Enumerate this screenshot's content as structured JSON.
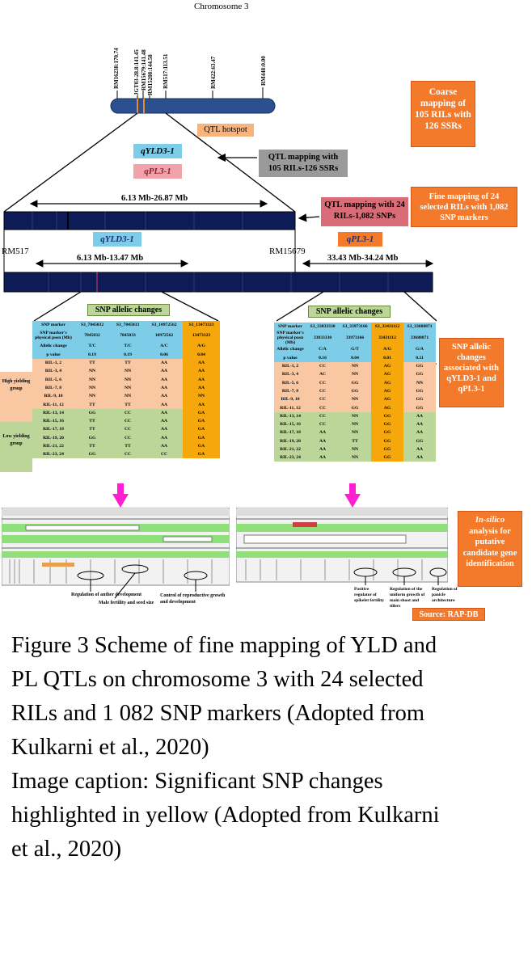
{
  "title": "Chromosome 3",
  "markers_top": [
    "RM16238:170.74",
    "JGT03-28.8:141.45",
    "RM15679:141.48",
    "RM15208:144.58",
    "RM517:113.51",
    "RM422:63.47",
    "RM448:0.00"
  ],
  "callouts": {
    "coarse": "Coarse mapping of 105 RILs with 126 SSRs",
    "hotspot": "QTL hotspot",
    "qtl_mapping": "QTL mapping with 105 RILs-126 SSRs",
    "qtl_mapping_24": "QTL mapping with 24 RILs-1,082 SNPs",
    "fine": "Fine mapping of 24 selected RILs with 1,082 SNP markers",
    "snp_changes": "SNP allelic changes associated with qYLD3-1 and qPL3-1",
    "insilico_em": "In-silico",
    "insilico_rest": "analysis for putative candidate gene identification",
    "source": "Source: RAP-DB"
  },
  "qtl_labels": {
    "yld1": "qYLD3-1",
    "pl1": "qPL3-1",
    "yld2": "qYLD3-1",
    "pl2": "qPL3-1"
  },
  "ranges": {
    "r1": "6.13 Mb-26.87 Mb",
    "r2": "6.13 Mb-13.47 Mb",
    "r3": "33.43 Mb-34.24 Mb"
  },
  "markers_mid": {
    "left": "RM517",
    "right": "RM15679"
  },
  "snp_banner": "SNP allelic changes",
  "left_table": {
    "header": [
      "SNP marker",
      "S3_7845032",
      "S3_7845033",
      "S3_10972562",
      "S3_13473323"
    ],
    "pos_row": [
      "SNP marker's physical posn (Mb)",
      "7845032",
      "7845033",
      "10972562",
      "13473323"
    ],
    "allele_row": [
      "Allelic change",
      "T/C",
      "T/C",
      "A/C",
      "A/G"
    ],
    "p_row": [
      "p value",
      "0.19",
      "0.19",
      "0.06",
      "0.04"
    ],
    "groups": {
      "high": "High yielding group",
      "low": "Low yielding group"
    },
    "high_rows": [
      [
        "RIL-1, 2",
        "TT",
        "TT",
        "AA",
        "AA"
      ],
      [
        "RIL-3, 4",
        "NN",
        "NN",
        "AA",
        "AA"
      ],
      [
        "RIL-5, 6",
        "NN",
        "NN",
        "AA",
        "AA"
      ],
      [
        "RIL-7, 8",
        "NN",
        "NN",
        "AA",
        "AA"
      ],
      [
        "RIL-9, 10",
        "NN",
        "NN",
        "AA",
        "NN"
      ],
      [
        "RIL-11, 12",
        "TT",
        "TT",
        "AA",
        "AA"
      ]
    ],
    "low_rows": [
      [
        "RIL-13, 14",
        "GG",
        "CC",
        "AA",
        "GA"
      ],
      [
        "RIL-15, 16",
        "TT",
        "CC",
        "AA",
        "GA"
      ],
      [
        "RIL-17, 18",
        "TT",
        "CC",
        "AA",
        "GA"
      ],
      [
        "RIL-19, 20",
        "GG",
        "CC",
        "AA",
        "GA"
      ],
      [
        "RIL-21, 22",
        "TT",
        "TT",
        "AA",
        "GA"
      ],
      [
        "RIL-23, 24",
        "GG",
        "CC",
        "CC",
        "GA"
      ]
    ]
  },
  "right_table": {
    "header": [
      "SNP marker",
      "S3_33833330",
      "S3_33973166",
      "S3_33431112",
      "S3_33688871"
    ],
    "pos_row": [
      "SNP marker's physical posn (Mb)",
      "33833330",
      "33973166",
      "33431112",
      "33688871"
    ],
    "allele_row": [
      "Allelic change",
      "C/A",
      "G/T",
      "A/G",
      "G/A"
    ],
    "p_row": [
      "p value",
      "0.16",
      "0.04",
      "0.01",
      "0.11"
    ],
    "high_rows": [
      [
        "RIL-1, 2",
        "CC",
        "NN",
        "AG",
        "GG"
      ],
      [
        "RIL-3, 4",
        "AC",
        "NN",
        "AG",
        "GG"
      ],
      [
        "RIL-5, 6",
        "CC",
        "GG",
        "AG",
        "NN"
      ],
      [
        "RIL-7, 8",
        "CC",
        "GG",
        "AG",
        "GG"
      ],
      [
        "RIL-9, 10",
        "CC",
        "NN",
        "AG",
        "GG"
      ],
      [
        "RIL-11, 12",
        "CC",
        "GG",
        "AG",
        "GG"
      ]
    ],
    "low_rows": [
      [
        "RIL-13, 14",
        "CC",
        "NN",
        "GG",
        "AA"
      ],
      [
        "RIL-15, 16",
        "CC",
        "NN",
        "GG",
        "AA"
      ],
      [
        "RIL-17, 18",
        "AA",
        "NN",
        "GG",
        "AA"
      ],
      [
        "RIL-19, 20",
        "AA",
        "TT",
        "GG",
        "GG"
      ],
      [
        "RIL-21, 22",
        "AA",
        "NN",
        "GG",
        "AA"
      ],
      [
        "RIL-23, 24",
        "AA",
        "NN",
        "GG",
        "AA"
      ]
    ]
  },
  "annotations": {
    "l1": "Regulation of anther development",
    "l2": "Male fertility and seed size",
    "l3": "Control of reproductive growth and development",
    "r1": "Positive regulator of spikelet fertility",
    "r2": "Regulation of the uniform growth of main shoot and tillers",
    "r3": "Regulation of panicle architecture"
  },
  "caption": {
    "l1": "Figure 3 Scheme of fine mapping of YLD and",
    "l2": "PL QTLs on chromosome 3 with 24 selected",
    "l3": "RILs and 1 082 SNP markers (Adopted from",
    "l4": "Kulkarni et al., 2020)",
    "l5": "Image caption: Significant SNP changes",
    "l6": "highlighted in yellow (Adopted from Kulkarni",
    "l7": "et al., 2020)"
  },
  "colors": {
    "chromosome": "#2b4f8f",
    "bar": "#0d1b57",
    "orange": "#f47a2b",
    "pink": "#d96d77",
    "blue_label": "#7ecde8",
    "yellow": "#f6a70c",
    "arrow": "#ff1ed0"
  }
}
